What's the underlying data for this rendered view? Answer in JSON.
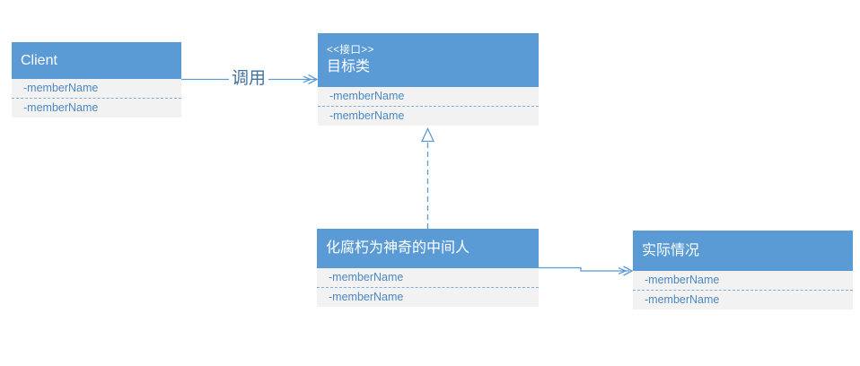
{
  "diagram": {
    "title": "Adapter pattern UML class diagram",
    "colors": {
      "header_fill": "#5b9bd5",
      "header_text": "#ffffff",
      "body_fill": "#f2f2f2",
      "member_text": "#4a89c4",
      "separator": "#7fafd9",
      "connector": "#5b9bd5",
      "edge_label_text": "#41719c",
      "background": "#ffffff"
    },
    "classes": [
      {
        "name": "Client",
        "stereotype": "",
        "members": [
          "-memberName",
          "-memberName"
        ]
      },
      {
        "name": "目标类",
        "stereotype": "<<接口>>",
        "members": [
          "-memberName",
          "-memberName"
        ]
      },
      {
        "name": "化腐朽为神奇的中间人",
        "stereotype": "",
        "members": [
          "-memberName",
          "-memberName"
        ]
      },
      {
        "name": "实际情况",
        "stereotype": "",
        "members": [
          "-memberName",
          "-memberName"
        ]
      }
    ],
    "connectors": [
      {
        "from": "Client",
        "to": "目标类",
        "label": "调用",
        "style": "solid-open-arrow"
      },
      {
        "from": "化腐朽为神奇的中间人",
        "to": "目标类",
        "label": "",
        "style": "dashed-hollow-triangle-realization"
      },
      {
        "from": "化腐朽为神奇的中间人",
        "to": "实际情况",
        "label": "",
        "style": "solid-open-arrow"
      }
    ]
  }
}
